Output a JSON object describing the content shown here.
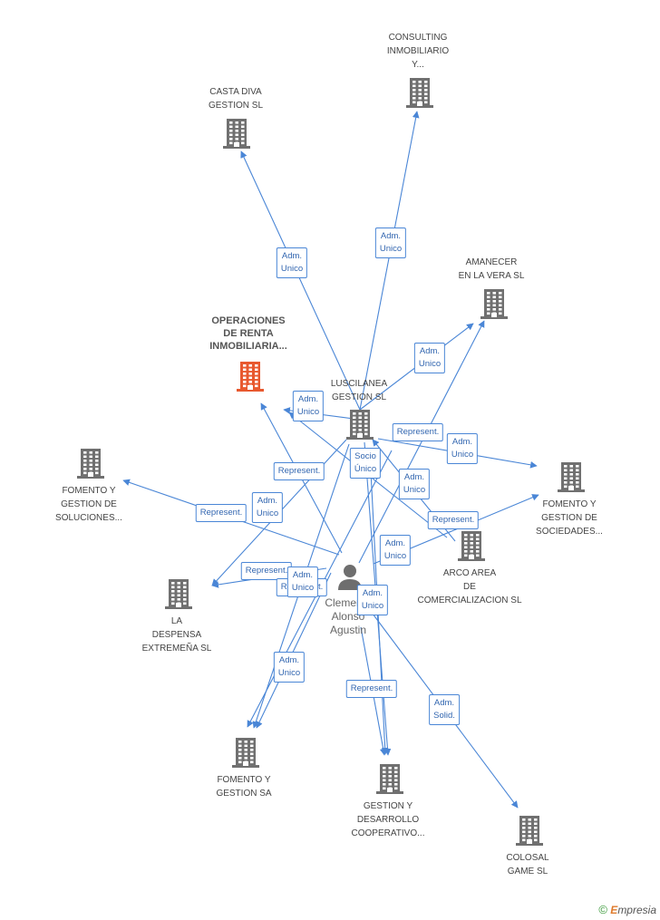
{
  "nodes": [
    {
      "id": "casta_diva",
      "lines": [
        "CASTA DIVA",
        "GESTION SL"
      ],
      "kind": "company"
    },
    {
      "id": "consulting",
      "lines": [
        "CONSULTING",
        "INMOBILIARIO",
        "Y..."
      ],
      "kind": "company"
    },
    {
      "id": "amanecer",
      "lines": [
        "AMANECER",
        "EN LA VERA  SL"
      ],
      "kind": "company"
    },
    {
      "id": "operaciones",
      "lines": [
        "OPERACIONES",
        "DE RENTA",
        "INMOBILIARIA..."
      ],
      "kind": "focus"
    },
    {
      "id": "luscilanea",
      "lines": [
        "LUSCILANEA",
        "GESTION  SL"
      ],
      "kind": "company"
    },
    {
      "id": "fomento_soluciones",
      "lines": [
        "FOMENTO Y",
        "GESTION DE",
        "SOLUCIONES..."
      ],
      "kind": "company"
    },
    {
      "id": "fomento_sociedades",
      "lines": [
        "FOMENTO Y",
        "GESTION DE",
        "SOCIEDADES..."
      ],
      "kind": "company"
    },
    {
      "id": "arco_area",
      "lines": [
        "ARCO AREA",
        "DE",
        "COMERCIALIZACION SL"
      ],
      "kind": "company"
    },
    {
      "id": "la_despensa",
      "lines": [
        "LA",
        "DESPENSA",
        "EXTREMEÑA SL"
      ],
      "kind": "company"
    },
    {
      "id": "fomento_sa",
      "lines": [
        "FOMENTO Y",
        "GESTION SA"
      ],
      "kind": "company"
    },
    {
      "id": "gestion_desarrollo",
      "lines": [
        "GESTION Y",
        "DESARROLLO",
        "COOPERATIVO..."
      ],
      "kind": "company"
    },
    {
      "id": "colosal",
      "lines": [
        "COLOSAL",
        "GAME  SL"
      ],
      "kind": "company"
    }
  ],
  "person": {
    "id": "clemente",
    "lines": [
      "Clemente",
      "Alonso",
      "Agustin"
    ]
  },
  "edges": [
    {
      "from": "luscilanea",
      "to": "casta_diva",
      "label": [
        "Adm.",
        "Unico"
      ]
    },
    {
      "from": "luscilanea",
      "to": "consulting",
      "label": [
        "Adm.",
        "Unico"
      ]
    },
    {
      "from": "luscilanea",
      "to": "amanecer",
      "label": [
        "Adm.",
        "Unico"
      ]
    },
    {
      "from": "luscilanea",
      "to": "operaciones",
      "label": [
        "Adm.",
        "Unico"
      ]
    },
    {
      "from": "luscilanea",
      "to": "fomento_sociedades",
      "label": [
        "Adm.",
        "Unico"
      ]
    },
    {
      "from": "luscilanea",
      "to": "la_despensa",
      "label": [
        "Adm.",
        "Unico"
      ]
    },
    {
      "from": "luscilanea",
      "to": "fomento_sa",
      "label": [
        "Adm.",
        "Unico"
      ]
    },
    {
      "from": "luscilanea",
      "to": "gestion_desarrollo",
      "label": [
        "Socio",
        "Único"
      ]
    },
    {
      "from": "clemente",
      "to": "operaciones",
      "label": [
        "Represent."
      ]
    },
    {
      "from": "clemente",
      "to": "fomento_soluciones",
      "label": [
        "Represent."
      ]
    },
    {
      "from": "clemente",
      "to": "la_despensa",
      "label": [
        "Represent."
      ]
    },
    {
      "from": "clemente",
      "to": "fomento_sa",
      "label": [
        "Represent."
      ]
    },
    {
      "from": "clemente",
      "to": "gestion_desarrollo",
      "label": [
        "Represent."
      ]
    },
    {
      "from": "clemente",
      "to": "colosal",
      "label": [
        "Adm.",
        "Solid."
      ]
    },
    {
      "from": "clemente",
      "to": "amanecer",
      "label": [
        "Represent."
      ]
    },
    {
      "from": "clemente",
      "to": "fomento_sociedades",
      "label": [
        "Represent."
      ]
    },
    {
      "from": "arco_area",
      "to": "fomento_soluciones",
      "label": [
        "Adm.",
        "Unico"
      ]
    },
    {
      "from": "arco_area",
      "to": "operaciones",
      "label": [
        "Adm.",
        "Unico"
      ]
    },
    {
      "from": "arco_area",
      "to": "fomento_sa",
      "label": [
        "Adm.",
        "Unico"
      ]
    },
    {
      "from": "arco_area",
      "to": "gestion_desarrollo",
      "label": [
        "Adm.",
        "Unico"
      ]
    }
  ],
  "colors": {
    "edge": "#4a86d6",
    "building": "#707070",
    "focus_building": "#e8592f",
    "person": "#6e6e6e"
  },
  "footer": {
    "copyright": "©",
    "brand_e": "E",
    "brand_rest": "mpresia"
  }
}
